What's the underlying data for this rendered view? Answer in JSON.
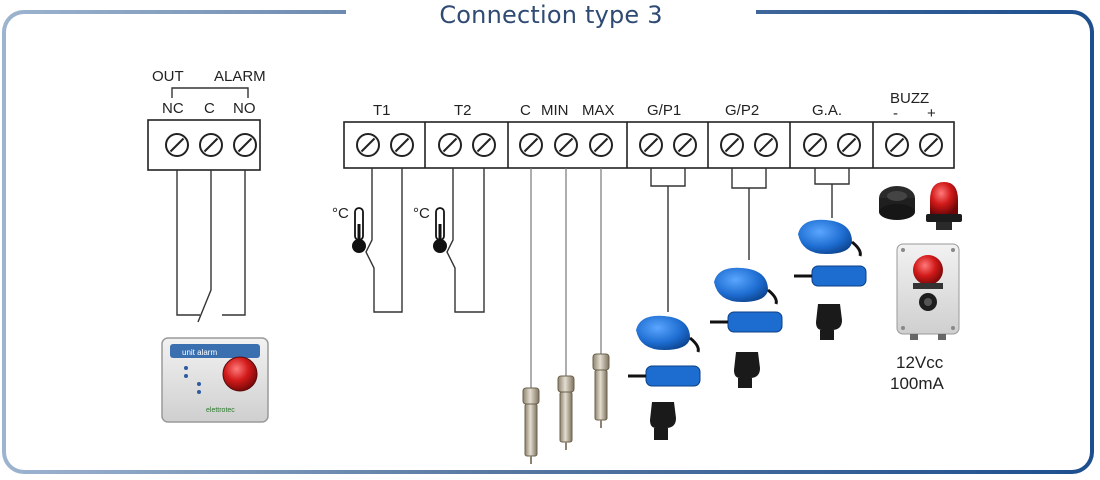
{
  "title": "Connection type 3",
  "relay": {
    "group_out": "OUT",
    "group_alarm": "ALARM",
    "terminals": [
      "NC",
      "C",
      "NO"
    ]
  },
  "terminal_block": {
    "t1": "T1",
    "t2": "T2",
    "c": "C",
    "min": "MIN",
    "max": "MAX",
    "gp1": "G/P1",
    "gp2": "G/P2",
    "ga": "G.A.",
    "buzz": "BUZZ",
    "buzz_minus": "-",
    "buzz_plus": "+"
  },
  "sensors": {
    "celsius_1": "°C",
    "celsius_2": "°C"
  },
  "device": {
    "brand": "unit alarm",
    "maker": "elettrotec"
  },
  "buzzer_spec": {
    "voltage": "12Vcc",
    "current": "100mA"
  },
  "colors": {
    "frame_left": "#9db4cf",
    "frame_right": "#1d4f8f",
    "title": "#2f4a73",
    "float_blue": "#1f6fc9",
    "beacon_red": "#c81a1a"
  }
}
